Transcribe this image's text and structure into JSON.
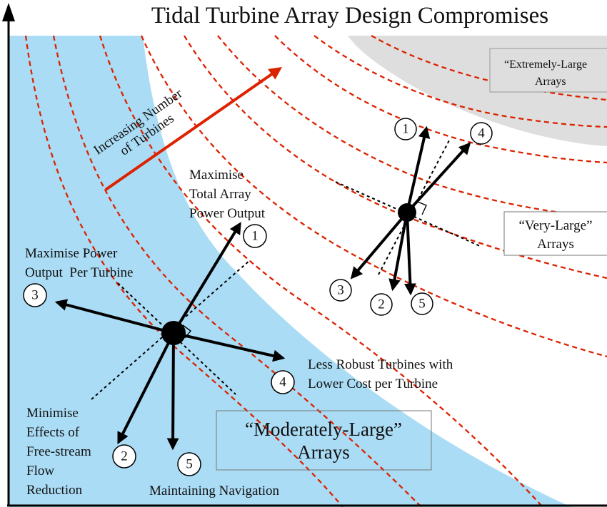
{
  "title": "Tidal Turbine Array Design Compromises",
  "colors": {
    "region_moderate": "#aadcf5",
    "region_extreme": "#dedede",
    "contour": "#dd2200",
    "arrow": "#dd2200",
    "vector": "#000000"
  },
  "trend_label": {
    "line1": "Increasing Number",
    "line2": "of Turbines"
  },
  "regions": {
    "moderate": {
      "line1": "“Moderately-Large”",
      "line2": "Arrays"
    },
    "very": {
      "line1": "“Very-Large”",
      "line2": "Arrays"
    },
    "extreme": {
      "line1": "“Extremely-Large",
      "line2": "Arrays"
    }
  },
  "objectives": {
    "n1": "1",
    "n2": "2",
    "n3": "3",
    "n4": "4",
    "n5": "5",
    "o1": {
      "line1": "Maximise",
      "line2": "Total Array",
      "line3": "Power Output"
    },
    "o2": {
      "line1": "Minimise",
      "line2": "Effects of",
      "line3": "Free-stream",
      "line4": "Flow",
      "line5": "Reduction"
    },
    "o3": {
      "line1": "Maximise Power",
      "line2": "Output  Per Turbine"
    },
    "o4": {
      "line1": "Less Robust Turbines with",
      "line2": "Lower Cost per Turbine"
    },
    "o5": "Maintaining Navigation"
  }
}
